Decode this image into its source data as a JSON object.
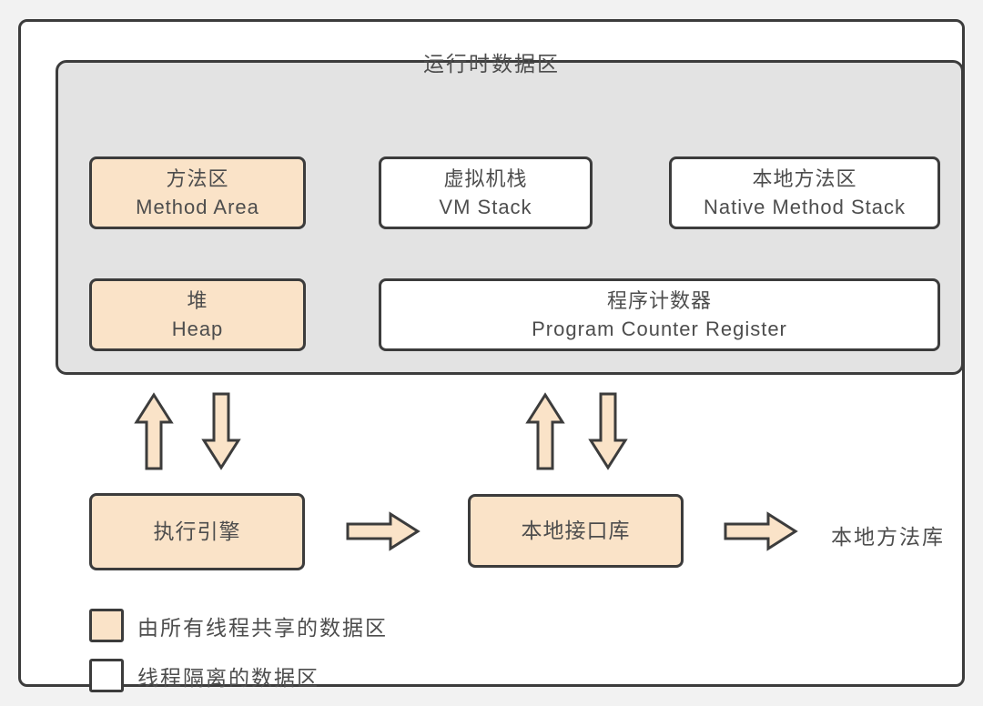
{
  "colors": {
    "canvas_bg": "#f2f2f2",
    "frame_bg": "#ffffff",
    "runtime_bg": "#e3e3e3",
    "border": "#3c3c3c",
    "shared_fill": "#fae3c8",
    "isolated_fill": "#ffffff",
    "text": "#4d4d4d"
  },
  "runtime_area": {
    "title": "运行时数据区",
    "boxes": {
      "method_area": {
        "zh": "方法区",
        "en": "Method Area",
        "type": "shared"
      },
      "vm_stack": {
        "zh": "虚拟机栈",
        "en": "VM Stack",
        "type": "isolated"
      },
      "native_method_stack": {
        "zh": "本地方法区",
        "en": "Native Method Stack",
        "type": "isolated"
      },
      "heap": {
        "zh": "堆",
        "en": "Heap",
        "type": "shared"
      },
      "program_counter": {
        "zh": "程序计数器",
        "en": "Program Counter Register",
        "type": "isolated"
      }
    }
  },
  "engine_row": {
    "execution_engine": "执行引擎",
    "native_interface_library": "本地接口库",
    "native_method_library": "本地方法库"
  },
  "legend": {
    "shared": "由所有线程共享的数据区",
    "isolated": "线程隔离的数据区"
  },
  "icons": {
    "up_arrow": "⇧",
    "down_arrow": "⇩",
    "right_arrow": "⇨"
  }
}
